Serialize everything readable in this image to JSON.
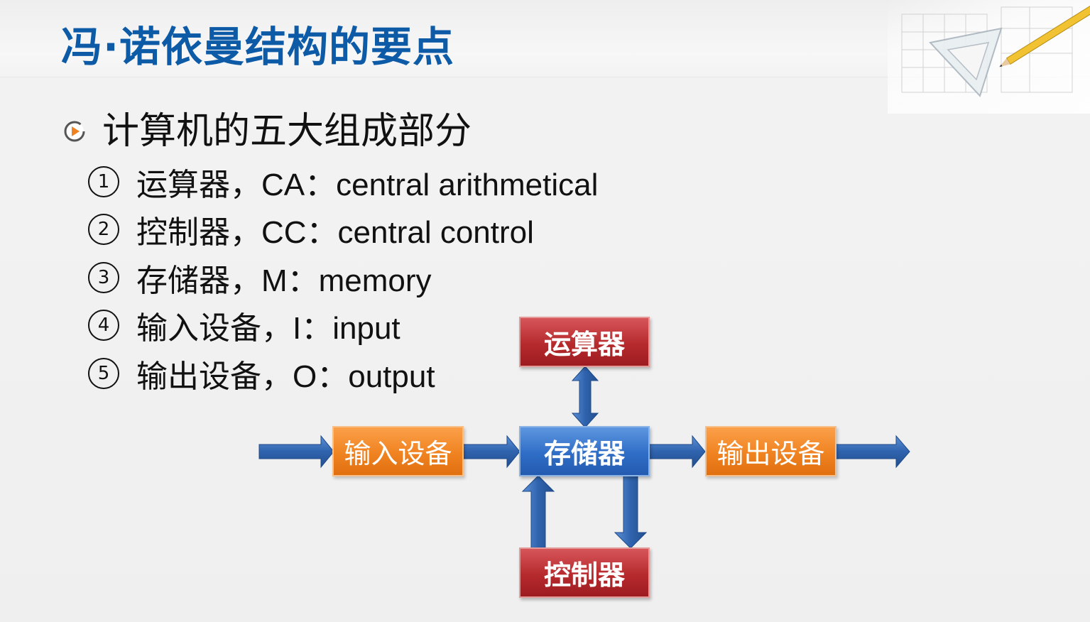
{
  "slide": {
    "title": "冯·诺依曼结构的要点",
    "bullet_heading": "计算机的五大组成部分",
    "bullet_icon": "play-circle-icon",
    "items": [
      {
        "num": "1",
        "text": "运算器，CA：central arithmetical"
      },
      {
        "num": "2",
        "text": "控制器，CC：central control"
      },
      {
        "num": "3",
        "text": "存储器，M：memory"
      },
      {
        "num": "4",
        "text": "输入设备，I：input"
      },
      {
        "num": "5",
        "text": "输出设备，O：output"
      }
    ]
  },
  "diagram": {
    "nodes": {
      "alu": "运算器",
      "memory": "存储器",
      "input": "输入设备",
      "output": "输出设备",
      "control": "控制器"
    },
    "colors": {
      "title": "#0d5aa7",
      "red_box": "#b62a2d",
      "blue_box": "#2f6dc6",
      "orange_box": "#f08321",
      "arrow": "#2f63ad"
    }
  }
}
